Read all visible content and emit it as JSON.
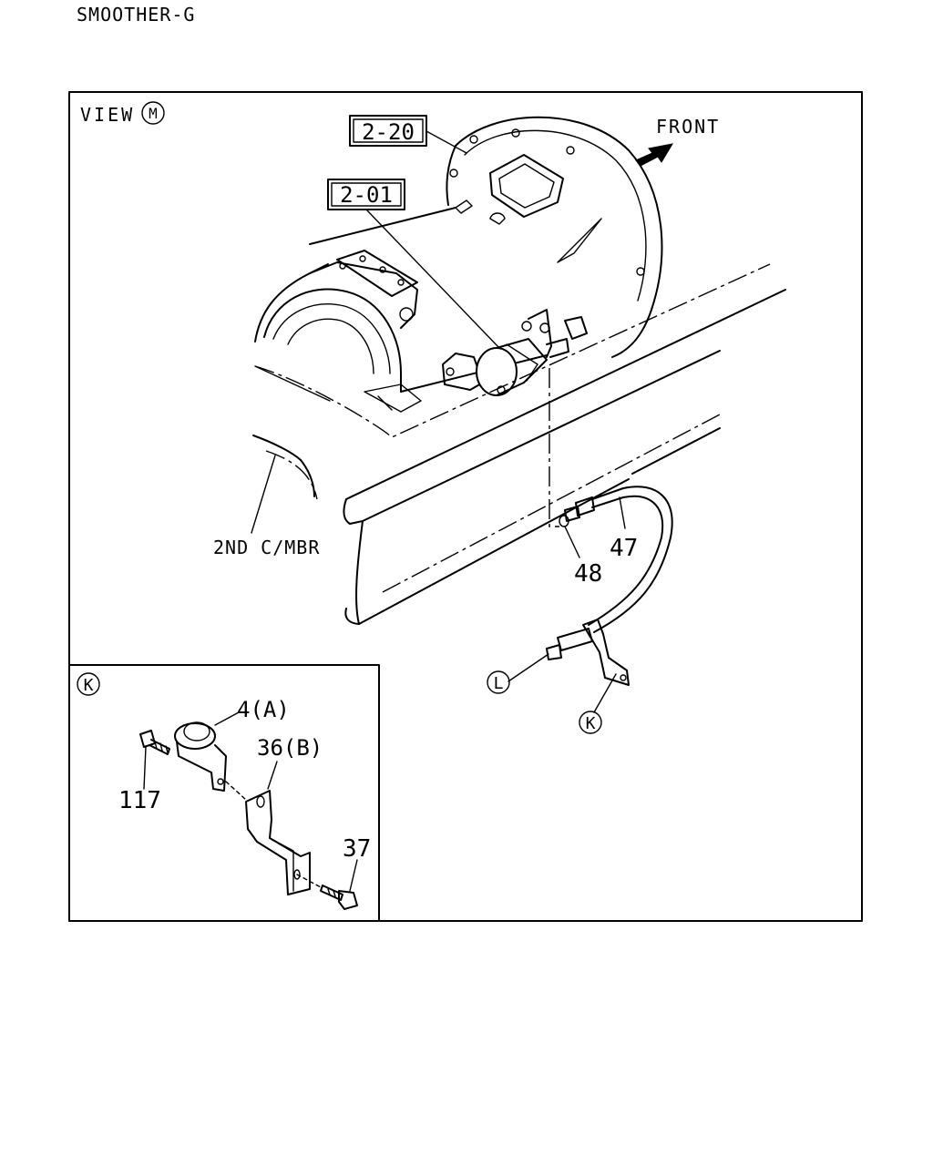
{
  "page_title": "SMOOTHER-G",
  "main_view": {
    "label": "VIEW",
    "label_circle": "M",
    "direction_label": "FRONT",
    "ref_boxes": [
      "2-20",
      "2-01"
    ],
    "member_label": "2ND C/MBR",
    "callouts": [
      "47",
      "48"
    ],
    "circle_callouts": [
      "L",
      "K"
    ]
  },
  "detail_view": {
    "label_circle": "K",
    "callouts": [
      "4(A)",
      "36(B)",
      "117",
      "37"
    ]
  }
}
